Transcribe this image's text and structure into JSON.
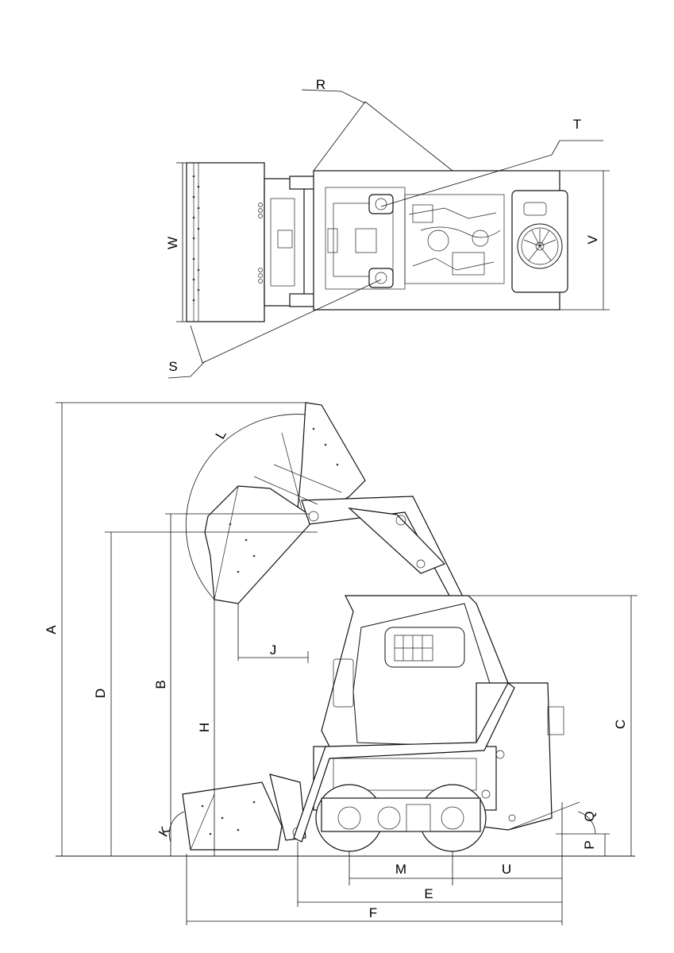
{
  "diagram": {
    "top_view_labels": {
      "R": "R",
      "T": "T",
      "W": "W",
      "V": "V",
      "S": "S"
    },
    "side_view_labels": {
      "A": "A",
      "B": "B",
      "C": "C",
      "D": "D",
      "H": "H",
      "J": "J",
      "L": "L",
      "K": "K",
      "Q": "Q",
      "P": "P",
      "M": "M",
      "U": "U",
      "E": "E",
      "F": "F"
    },
    "colors": {
      "line": "#111111",
      "background": "#ffffff"
    }
  }
}
